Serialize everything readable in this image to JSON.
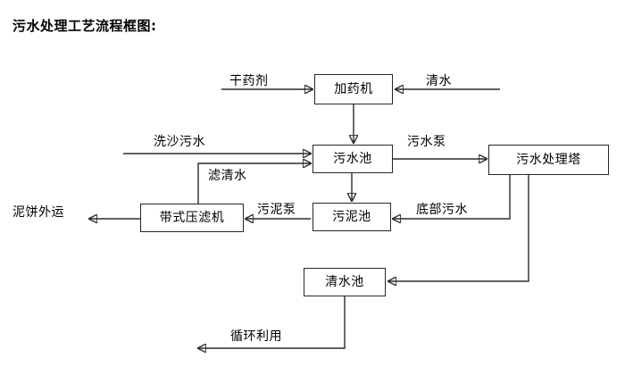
{
  "title": "污水处理工艺流程框图:",
  "nodes": {
    "dosing_machine": "加药机",
    "wastewater_pool": "污水池",
    "treatment_tower": "污水处理塔",
    "belt_filter_press": "带式压滤机",
    "sludge_pool": "污泥池",
    "clean_water_pool": "清水池"
  },
  "edge_labels": {
    "dry_chemical": "干药剂",
    "clean_water_in": "清水",
    "sand_wash_wastewater": "洗沙污水",
    "filtered_clear_water": "滤清水",
    "wastewater_pump": "污水泵",
    "sludge_pump": "污泥泵",
    "bottom_wastewater": "底部污水",
    "mud_cake_output": "泥饼外运",
    "recycle_reuse": "循环利用"
  },
  "colors": {
    "line": "#2b2b2b",
    "box_border": "#262626",
    "background": "#ffffff",
    "text": "#000000"
  }
}
